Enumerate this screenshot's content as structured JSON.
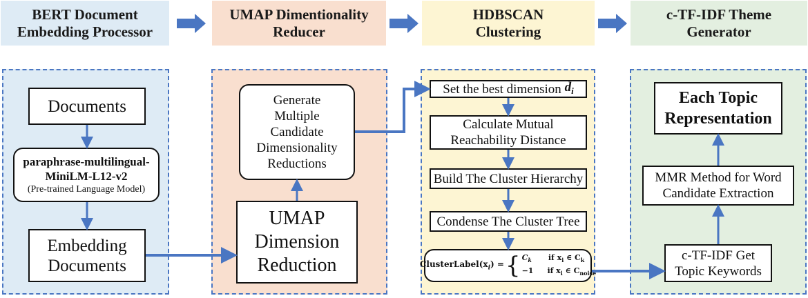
{
  "headers": [
    {
      "title": "BERT Document\nEmbedding Processor"
    },
    {
      "title": "UMAP Dimentionality\nReducer"
    },
    {
      "title": "HDBSCAN\nClustering"
    },
    {
      "title": "c-TF-IDF Theme\nGenerator"
    }
  ],
  "bert": {
    "documents": "Documents",
    "model_name_1": "paraphrase-multilingual-",
    "model_name_2": "MiniLM-L12-v2",
    "model_note": "(Pre-trained Language Model)",
    "embedding_1": "Embedding",
    "embedding_2": "Documents"
  },
  "umap": {
    "generate": "Generate\nMultiple\nCandidate\nDimensionality\nReductions",
    "reduction": "UMAP\nDimension\nReduction"
  },
  "hdbscan": {
    "step1_prefix": "Set the best dimension ",
    "step1_var": "d",
    "step1_sub": "i",
    "step2": "Calculate Mutual\nReachability Distance",
    "step3": "Build The Cluster Hierarchy",
    "step4": "Condense The Cluster Tree",
    "label_fn": "ClusterLabel",
    "label_arg": "(x",
    "label_arg_sub": "i",
    "label_arg_end": ") =",
    "case1_val": "C",
    "case1_val_sub": "k",
    "case1_cond": "if x",
    "case1_cond_sub": "i",
    "case1_cond_in": " ∈ C",
    "case1_cond_set": "k",
    "case2_val": "−1",
    "case2_cond": "if x",
    "case2_cond_sub": "i",
    "case2_cond_in": " ∈ C",
    "case2_cond_set": "noise"
  },
  "ctfidf": {
    "topic": "Each Topic\nRepresentation",
    "mmr": "MMR Method for Word\nCandidate Extraction",
    "keywords": "c-TF-IDF Get\nTopic Keywords"
  },
  "colors": {
    "arrow": "#4a76c2",
    "panel_border": "#4a76c2",
    "blue": "#deebf5",
    "pink": "#f9dfcf",
    "yellow": "#fdf5d3",
    "green": "#e3efe0"
  }
}
